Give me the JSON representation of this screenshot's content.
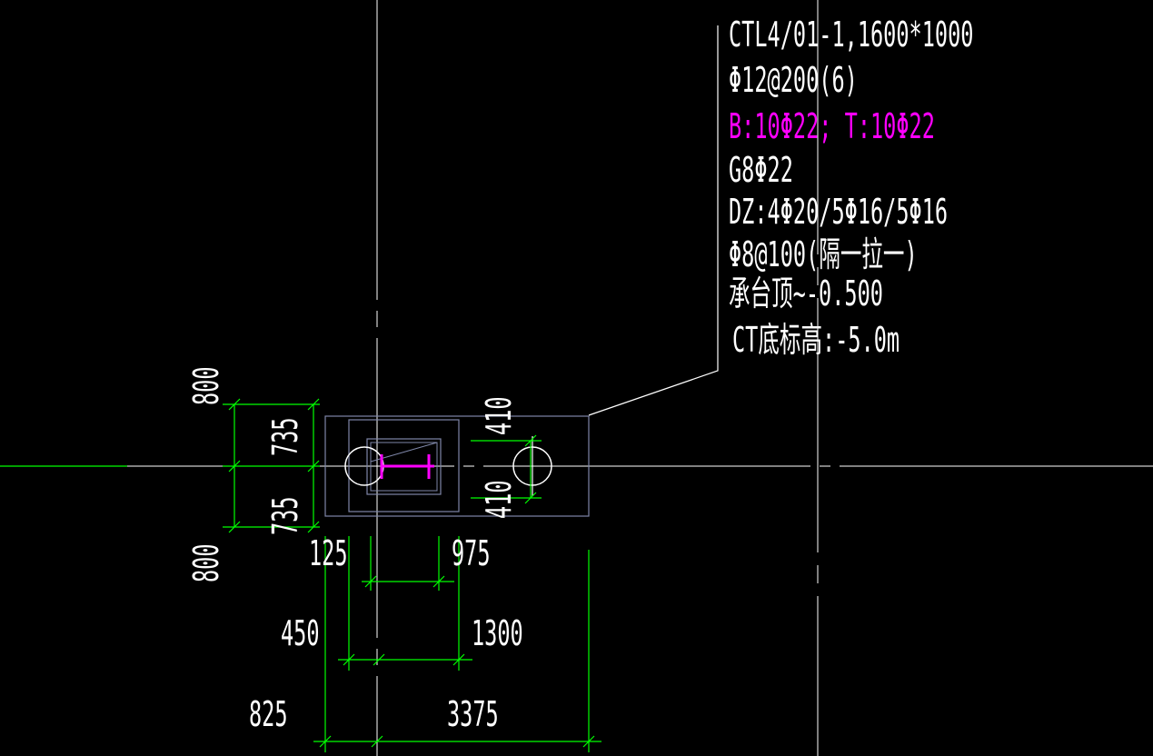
{
  "colors": {
    "background": "#000000",
    "axis": "#ffffff",
    "axis_left": "#00ff00",
    "dimension": "#00ff00",
    "outline": "#7e86a8",
    "note_text": "#ffffff",
    "rebar_text": "#ff00ff",
    "column_symbol": "#ff00ff",
    "leader": "#ffffff"
  },
  "annotation": {
    "line1": "CTL4/01-1,1600*1000",
    "line2": "Φ12@200(6)",
    "line3": "B:10Φ22; T:10Φ22",
    "line4": "G8Φ22",
    "line5": "DZ:4Φ20/5Φ16/5Φ16",
    "line6": "Φ8@100(隔一拉一)",
    "line7": "承台顶~-0.500",
    "line8": "CT底标高:-5.0m"
  },
  "dimensions": {
    "left_top_outer": "800",
    "left_top_inner": "735",
    "left_bottom_inner": "735",
    "left_bottom_outer": "800",
    "right_top": "410",
    "right_bottom": "410",
    "row1_left": "125",
    "row1_right": "975",
    "row2_left": "450",
    "row2_right": "1300",
    "row3_left": "825",
    "row3_right": "3375"
  }
}
